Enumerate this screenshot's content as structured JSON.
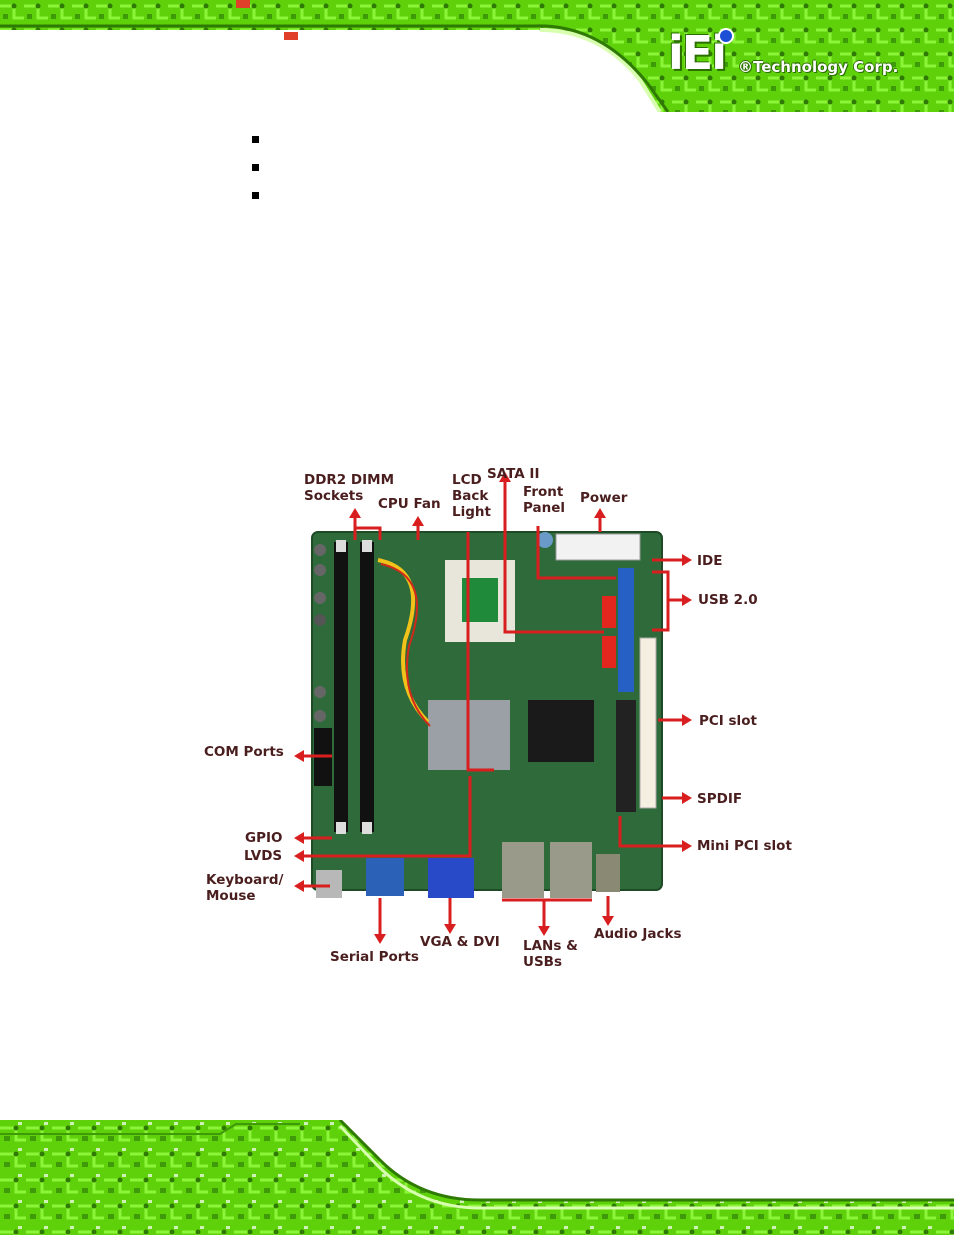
{
  "header": {
    "logo_mark": "iEi",
    "logo_text": "®Technology Corp."
  },
  "figure": {
    "labels": {
      "ddr2": "DDR2 DIMM\nSockets",
      "cpu_fan": "CPU Fan",
      "lcd": "LCD\nBack\nLight",
      "sata": "SATA II",
      "front_panel": "Front\nPanel",
      "power": "Power",
      "ide": "IDE",
      "usb20": "USB 2.0",
      "pci_slot": "PCI slot",
      "spdif": "SPDIF",
      "mini_pci": "Mini PCI slot",
      "com_ports": "COM Ports",
      "gpio": "GPIO",
      "lvds": "LVDS",
      "keyboard": "Keyboard/\nMouse",
      "serial_ports": "Serial Ports",
      "vga_dvi": "VGA  & DVI",
      "lans_usbs": "LANs &\nUSBs",
      "audio_jacks": "Audio Jacks"
    }
  },
  "colors": {
    "accent_green": "#6fe00a",
    "arrow_red": "#d81e1e",
    "label_text": "#4a1e1e",
    "board_green": "#2f6b3a"
  }
}
